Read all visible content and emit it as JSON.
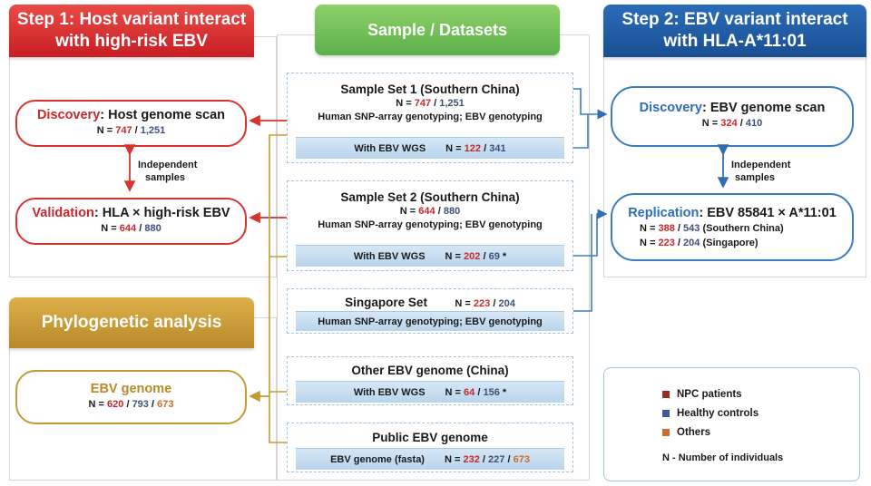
{
  "step1": {
    "title_line1": "Step 1: Host variant interact",
    "title_line2": "with high-risk EBV",
    "discovery": {
      "label": "Discovery",
      "text": ": Host genome scan",
      "n_prefix": "N =",
      "n_npc": "747",
      "sep": "/",
      "n_ctrl": "1,251"
    },
    "independent": {
      "line1": "Independent",
      "line2": "samples"
    },
    "validation": {
      "label": "Validation",
      "text": ": HLA × high-risk EBV",
      "n_prefix": "N =",
      "n_npc": "644",
      "sep": "/",
      "n_ctrl": "880"
    }
  },
  "datasets": {
    "title": "Sample / Datasets",
    "set1": {
      "title": "Sample Set 1 (Southern China)",
      "n_prefix": "N =",
      "n_npc": "747",
      "sep": "/",
      "n_ctrl": "1,251",
      "method": "Human SNP-array genotyping; EBV genotyping",
      "bar_label": "With EBV WGS",
      "bar_n_prefix": "N =",
      "bar_npc": "122",
      "bar_sep": "/",
      "bar_ctrl": "341"
    },
    "set2": {
      "title": "Sample Set 2 (Southern China)",
      "n_prefix": "N =",
      "n_npc": "644",
      "sep": "/",
      "n_ctrl": "880",
      "method": "Human SNP-array genotyping; EBV genotyping",
      "bar_label": "With EBV WGS",
      "bar_n_prefix": "N =",
      "bar_npc": "202",
      "bar_sep": "/",
      "bar_ctrl": "69",
      "bar_star": "*"
    },
    "singapore": {
      "title": "Singapore Set",
      "n_prefix": "N =",
      "n_npc": "223",
      "sep": "/",
      "n_ctrl": "204",
      "method": "Human SNP-array genotyping; EBV genotyping"
    },
    "other": {
      "title": "Other EBV genome (China)",
      "bar_label": "With EBV WGS",
      "bar_n_prefix": "N =",
      "bar_npc": "64",
      "bar_sep": "/",
      "bar_ctrl": "156",
      "bar_star": "*"
    },
    "public": {
      "title": "Public EBV genome",
      "bar_label": "EBV genome (fasta)",
      "bar_n_prefix": "N =",
      "bar_npc": "232",
      "sep1": "/",
      "bar_ctrl": "227",
      "sep2": "/",
      "bar_other": "673"
    }
  },
  "step2": {
    "title_line1": "Step 2: EBV variant interact",
    "title_line2": "with HLA-A*11:01",
    "discovery": {
      "label": "Discovery",
      "text": ": EBV genome scan",
      "n_prefix": "N =",
      "n_npc": "324",
      "sep": "/",
      "n_ctrl": "410"
    },
    "independent": {
      "line1": "Independent",
      "line2": "samples"
    },
    "replication": {
      "label": "Replication",
      "text": ": EBV 85841 × A*11:01",
      "n1_prefix": "N =",
      "n1_npc": "388",
      "n1_sep": "/",
      "n1_ctrl": "543",
      "n1_suffix": "(Southern China)",
      "n2_prefix": "N =",
      "n2_npc": "223",
      "n2_sep": "/",
      "n2_ctrl": "204",
      "n2_suffix": "(Singapore)"
    }
  },
  "phylo": {
    "title": "Phylogenetic analysis",
    "genome_title": "EBV genome",
    "n_prefix": "N =",
    "n_npc": "620",
    "sep1": "/",
    "n_ctrl": "793",
    "sep2": "/",
    "n_other": "673"
  },
  "legend": {
    "items": [
      {
        "label": "NPC patients",
        "color": "#9b2a2a"
      },
      {
        "label": "Healthy controls",
        "color": "#3e5b9c"
      },
      {
        "label": "Others",
        "color": "#d06c2e"
      }
    ],
    "note": "N - Number of individuals"
  },
  "colors": {
    "red": "#d9332e",
    "blue": "#2f6db6",
    "gold": "#c49a35",
    "green": "#5bb04a"
  }
}
